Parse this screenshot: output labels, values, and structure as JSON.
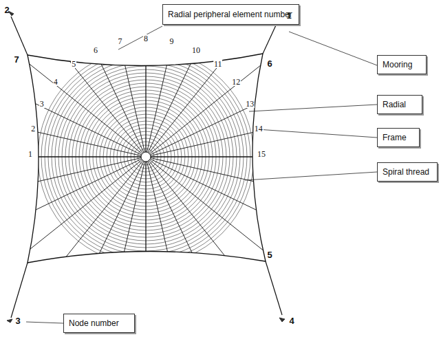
{
  "diagram": {
    "nodes": [
      {
        "text": [
          "Radial peripheral element number"
        ]
      },
      {
        "text": [
          "Mooring"
        ]
      },
      {
        "text": [
          "Radial"
        ]
      },
      {
        "text": [
          "Frame"
        ]
      },
      {
        "text": [
          "Spiral thread"
        ]
      },
      {
        "text": [
          "Node number"
        ]
      }
    ],
    "labels": [
      "2",
      "1",
      "7",
      "6",
      "5",
      "4",
      "3",
      "1",
      "2",
      "3",
      "4",
      "5",
      "6",
      "7",
      "8",
      "9",
      "10",
      "11",
      "12",
      "13",
      "14",
      "15"
    ]
  }
}
